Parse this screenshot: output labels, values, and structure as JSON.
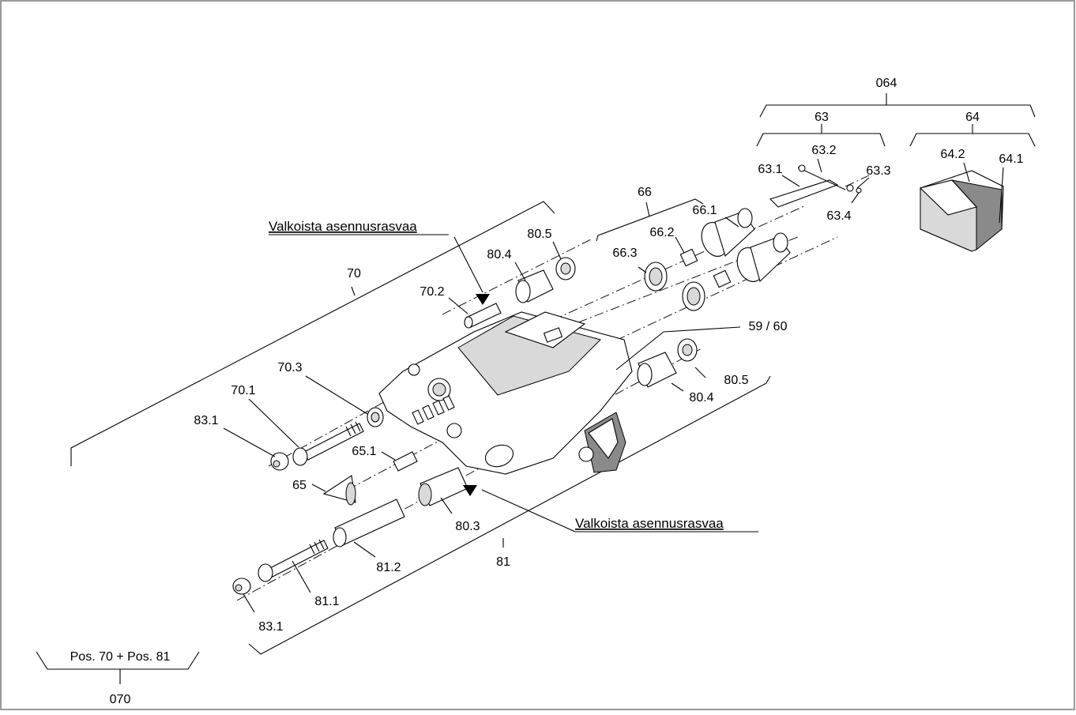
{
  "labels": {
    "l_064": "064",
    "l_63": "63",
    "l_64": "64",
    "l_63_2": "63.2",
    "l_63_1": "63.1",
    "l_63_3": "63.3",
    "l_63_4": "63.4",
    "l_64_2": "64.2",
    "l_64_1": "64.1",
    "l_66": "66",
    "l_66_1": "66.1",
    "l_66_2": "66.2",
    "l_66_3": "66.3",
    "l_80_5_top": "80.5",
    "l_80_4_top": "80.4",
    "l_70": "70",
    "l_70_2": "70.2",
    "l_70_3": "70.3",
    "l_70_1": "70.1",
    "l_83_1_top": "83.1",
    "l_59_60": "59 / 60",
    "l_80_5_bot": "80.5",
    "l_80_4_bot": "80.4",
    "l_65_1": "65.1",
    "l_65": "65",
    "l_80_3": "80.3",
    "l_81_2": "81.2",
    "l_81": "81",
    "l_81_1": "81.1",
    "l_83_1_bot": "83.1",
    "l_070": "070"
  },
  "notes": {
    "grease_top": "Valkoista asennusrasvaa",
    "grease_bottom": "Valkoista asennusrasvaa"
  },
  "legend": {
    "pos_combo": "Pos. 70 + Pos. 81"
  }
}
